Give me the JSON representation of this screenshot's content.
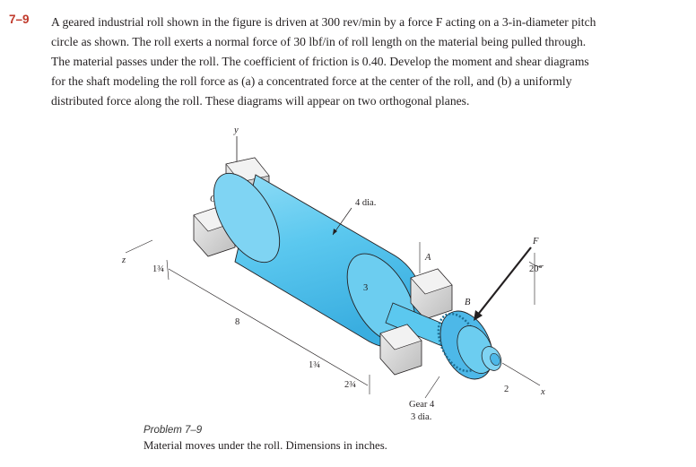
{
  "problem": {
    "number": "7–9",
    "lines": [
      "A geared industrial roll shown in the figure is driven at 300 rev/min by a force F acting on a 3-in-diameter pitch",
      "circle as shown. The roll exerts a normal force of 30 lbf/in of roll length on the material being pulled through.",
      "The material passes under the roll. The coefficient of friction is 0.40. Develop the moment and shear diagrams",
      "for the shaft modeling the roll force as (a) a concentrated force at the center of the roll, and (b) a uniformly",
      "distributed force along the roll. These diagrams will appear on two orthogonal planes."
    ]
  },
  "figure": {
    "labels": {
      "y": "y",
      "o": "O",
      "roll_dia": "4 dia.",
      "a": "A",
      "b": "B",
      "f": "F",
      "angle": "20°",
      "z": "z",
      "x": "x",
      "dim_134_a": "1¾",
      "dim_8": "8",
      "dim_3": "3",
      "dim_134_b": "1¾",
      "dim_234": "2¾",
      "dim_2": "2",
      "gear_line1": "Gear 4",
      "gear_line2": "3 dia."
    },
    "colors": {
      "roll": "#5bc8ef",
      "roll_dark": "#2a9fd0",
      "gear": "#4db8e8",
      "bearing": "#d6d6d6",
      "line": "#231f20"
    }
  },
  "caption": {
    "label": "Problem 7–9",
    "text": "Material moves under the roll. Dimensions in inches."
  }
}
